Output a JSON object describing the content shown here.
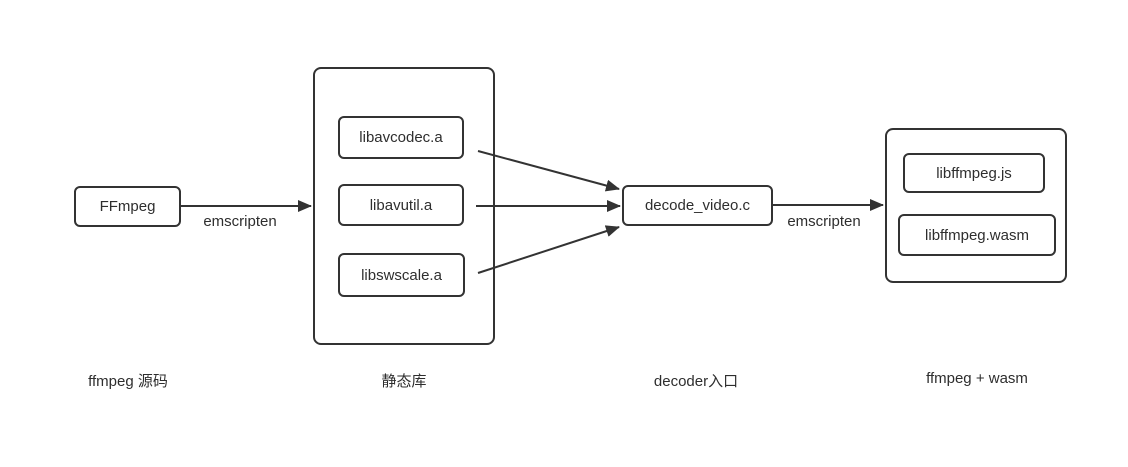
{
  "diagram": {
    "nodes": {
      "ffmpeg": {
        "label": "FFmpeg"
      },
      "static_libs": {
        "items": [
          "libavcodec.a",
          "libavutil.a",
          "libswscale.a"
        ]
      },
      "decoder": {
        "label": "decode_video.c"
      },
      "output": {
        "items": [
          "libffmpeg.js",
          "libffmpeg.wasm"
        ]
      }
    },
    "edges": [
      {
        "from": "FFmpeg",
        "to": "static_libs",
        "label": "emscripten"
      },
      {
        "from": "libavcodec.a",
        "to": "decode_video.c",
        "label": ""
      },
      {
        "from": "libavutil.a",
        "to": "decode_video.c",
        "label": ""
      },
      {
        "from": "libswscale.a",
        "to": "decode_video.c",
        "label": ""
      },
      {
        "from": "decode_video.c",
        "to": "output",
        "label": "emscripten"
      }
    ],
    "captions": [
      "ffmpeg 源码",
      "静态库",
      "decoder入口",
      "ffmpeg + wasm"
    ],
    "colors": {
      "stroke": "#333333",
      "text": "#2e2e2e",
      "background": "#ffffff"
    }
  }
}
